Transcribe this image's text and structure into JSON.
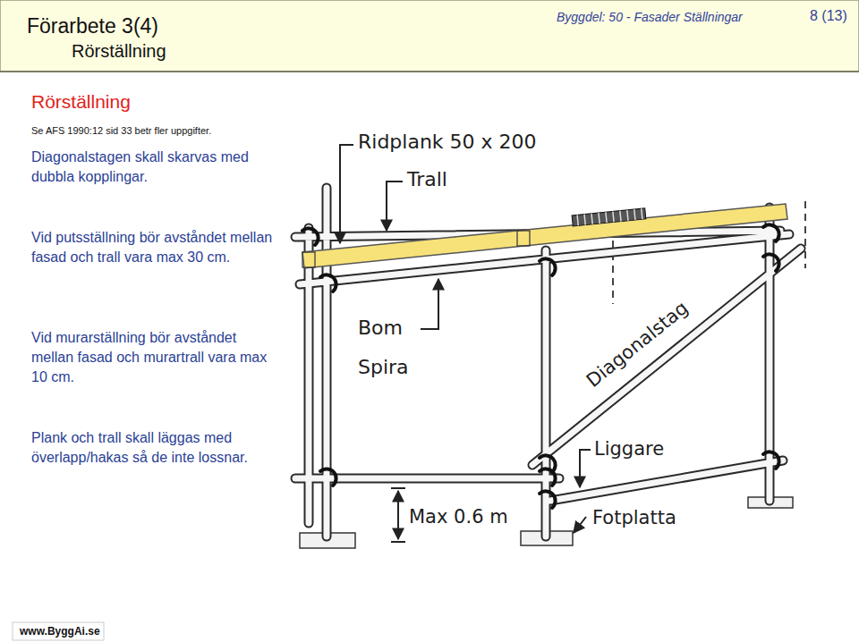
{
  "diagram": {
    "title": "Förarbete 3(4)",
    "labels": [
      "Rörställning",
      "Byggdel: 50 - Fasader Ställningar",
      "8 (13)",
      "Rörställning",
      "Se AFS 1990:12 sid 33 betr fler uppgifter.",
      "Diagonalstagen skall skarvas med dubbla kopplingar.",
      "Vid putsställning bör avståndet mellan fasad och trall vara max 30 cm.",
      "Vid murarställning bör avståndet mellan fasad och murartrall vara max 10 cm.",
      "Plank och trall skall läggas med överlapp/hakas så de inte lossnar.",
      "Ridplank 50 x 200",
      "Trall",
      "Bom",
      "Spira",
      "Diagonalstag",
      "Liggare",
      "Max 0.6 m",
      "Fotplatta",
      "www.ByggAi.se"
    ]
  }
}
